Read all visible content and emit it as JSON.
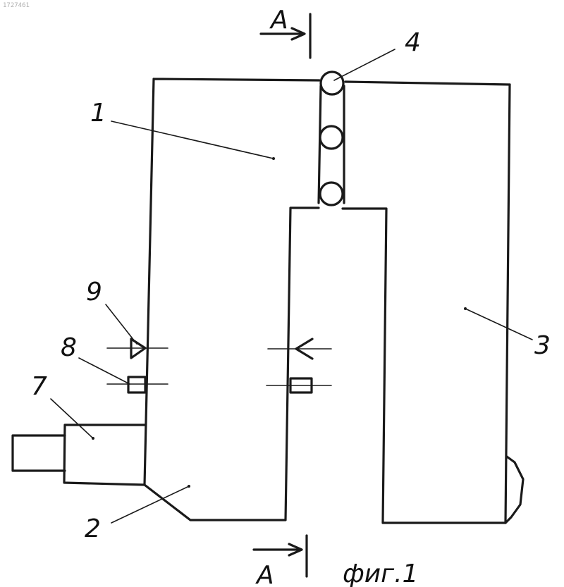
{
  "figure": {
    "caption": "фиг.1",
    "corner_mark": "1727461",
    "section_label_top": "A",
    "section_label_bottom": "A",
    "part_labels": {
      "p1": "1",
      "p2": "2",
      "p3": "3",
      "p4": "4",
      "p7": "7",
      "p8": "8",
      "p9": "9"
    }
  }
}
